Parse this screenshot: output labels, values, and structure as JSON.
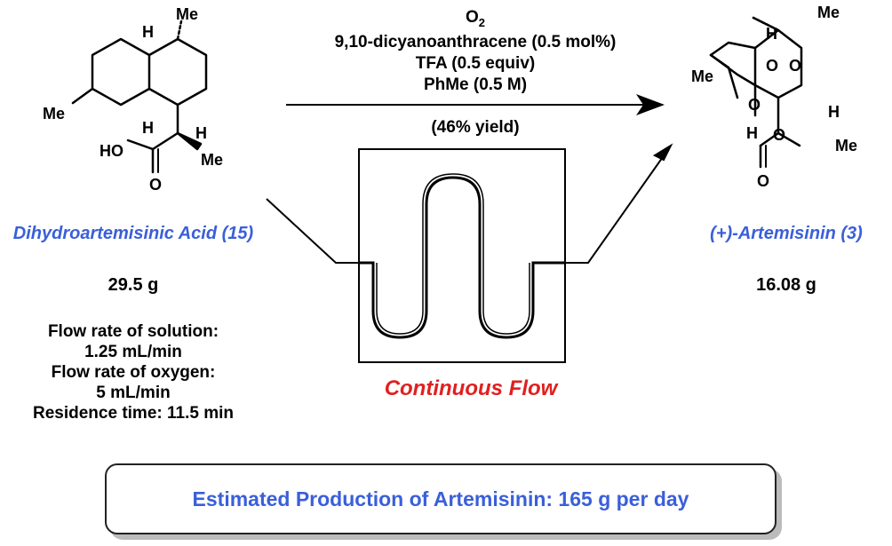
{
  "reaction": {
    "reagents": {
      "oxidant": "O",
      "oxidant_subscript": "2",
      "sensitizer": "9,10-dicyanoanthracene (0.5 mol%)",
      "acid": "TFA (0.5 equiv)",
      "solvent": "PhMe (0.5 M)",
      "yield": "(46% yield)"
    },
    "reactant": {
      "name": "Dihydroartemisinic Acid (15)",
      "mass": "29.5 g",
      "atom_labels": {
        "me_top": "Me",
        "h_top": "H",
        "me_left": "Me",
        "h_ring": "H",
        "h_side": "H",
        "ho": "HO",
        "me_side": "Me",
        "o_carbonyl": "O"
      }
    },
    "product": {
      "name": "(+)-Artemisinin (3)",
      "mass": "16.08 g",
      "atom_labels": {
        "me_top": "Me",
        "h_top": "H",
        "me_left": "Me",
        "o1": "O",
        "o2": "O",
        "o3": "O",
        "h_ring": "H",
        "h_left": "H",
        "o4": "O",
        "me_right": "Me",
        "o_carbonyl": "O"
      }
    },
    "conditions": [
      "Flow rate of solution:",
      "1.25 mL/min",
      "Flow rate of oxygen:",
      "5 mL/min",
      "Residence time: 11.5 min"
    ],
    "flow_label": "Continuous Flow",
    "banner": "Estimated Production of Artemisinin: 165 g per day"
  },
  "colors": {
    "compound_name": "#3a5fd9",
    "flow_label": "#e02020",
    "banner_text": "#3a5fd9"
  }
}
